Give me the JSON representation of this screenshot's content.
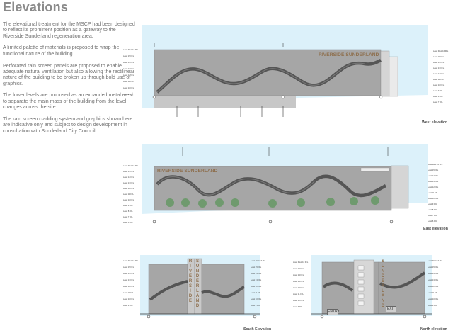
{
  "page": {
    "title": "Elevations",
    "paragraphs": [
      "The elevational treatment for the MSCP had been designed to reflect its prominent position as a gateway to the Riverside Sunderland regeneration area.",
      "A limited palette of materials is proposed to wrap the functional nature of the building.",
      "Perforated rain screen panels are proposed to enable adequate natural ventilation but also allowing the rectilinear nature of the building to be broken up through bold use of graphics.",
      "The lower levels are proposed as an expanded metal mesh to separate the main mass of the building from the level changes across the site.",
      "The rain screen cladding system and graphics shown here are indicative only and subject to design development in consultation with Sunderland City Council."
    ]
  },
  "colors": {
    "sky": "#dcf1fa",
    "panel": "#a6a6a6",
    "river": "#555555",
    "brand": "#8e6f4d",
    "tree": "#6f9a6e"
  },
  "elevations": {
    "west": {
      "caption": "West elevation",
      "brand": "RIVERSIDE SUNDERLAND",
      "levels_left": [
        "Level Roof 16 FFL",
        "Level 15 FFL",
        "Level 14 FFL",
        "Level 13 FFL",
        "Level 12 FFL",
        "Level 11 FFL",
        "Level 10 FFL",
        "Level 9 FFL"
      ],
      "levels_right": [
        "Level Roof 16 FFL",
        "Level 15 FFL",
        "Level 14 FFL",
        "Level 13 FFL",
        "Level 12 FFL",
        "Level 11 FFL",
        "Level 10 FFL",
        "Level 9 FFL",
        "Level 8 FFL",
        "Level 7 FFL"
      ]
    },
    "east": {
      "caption": "East elevation",
      "brand": "RIVERSIDE SUNDERLAND",
      "levels_left": [
        "Level Roof 16 FFL",
        "Level 15 FFL",
        "Level 14 FFL",
        "Level 13 FFL",
        "Level 12 FFL",
        "Level 11 FFL",
        "Level 10 FFL",
        "Level 9 FFL",
        "Level 8 FFL",
        "Level 7 FFL",
        "Level 6 FFL"
      ],
      "levels_right": [
        "Level Roof 16 FFL",
        "Level 15 FFL",
        "Level 14 FFL",
        "Level 13 FFL",
        "Level 12 FFL",
        "Level 11 FFL",
        "Level 10 FFL",
        "Level 9 FFL",
        "Level 8 FFL",
        "Level 7 FFL",
        "Level 6 FFL"
      ]
    },
    "south": {
      "caption": "South Elevation",
      "brand_left": "RIVERSIDE",
      "brand_right": "SUNDERLAND",
      "levels_left": [
        "Level Roof 16 FFL",
        "Level 15 FFL",
        "Level 14 FFL",
        "Level 13 FFL",
        "Level 12 FFL",
        "Level 11 FFL",
        "Level 10 FFL",
        "Level 9 FFL"
      ],
      "levels_right": [
        "Level Roof 16 FFL",
        "Level 15 FFL",
        "Level 14 FFL",
        "Level 13 FFL",
        "Level 12 FFL",
        "Level 11 FFL",
        "Level 10 FFL",
        "Level 9 FFL"
      ]
    },
    "north": {
      "caption": "North elevation",
      "brand_right": "SUNDERLAND",
      "entry": "ENTRY",
      "exit": "EXIT",
      "levels_left": [
        "Level Roof 16 FFL",
        "Level 15 FFL",
        "Level 14 FFL",
        "Level 13 FFL",
        "Level 12 FFL",
        "Level 11 FFL",
        "Level 10 FFL",
        "Level 9 FFL"
      ],
      "levels_right": [
        "Level Roof 16 FFL",
        "Level 15 FFL",
        "Level 14 FFL",
        "Level 13 FFL",
        "Level 12 FFL",
        "Level 11 FFL",
        "Level 10 FFL",
        "Level 9 FFL"
      ]
    }
  }
}
